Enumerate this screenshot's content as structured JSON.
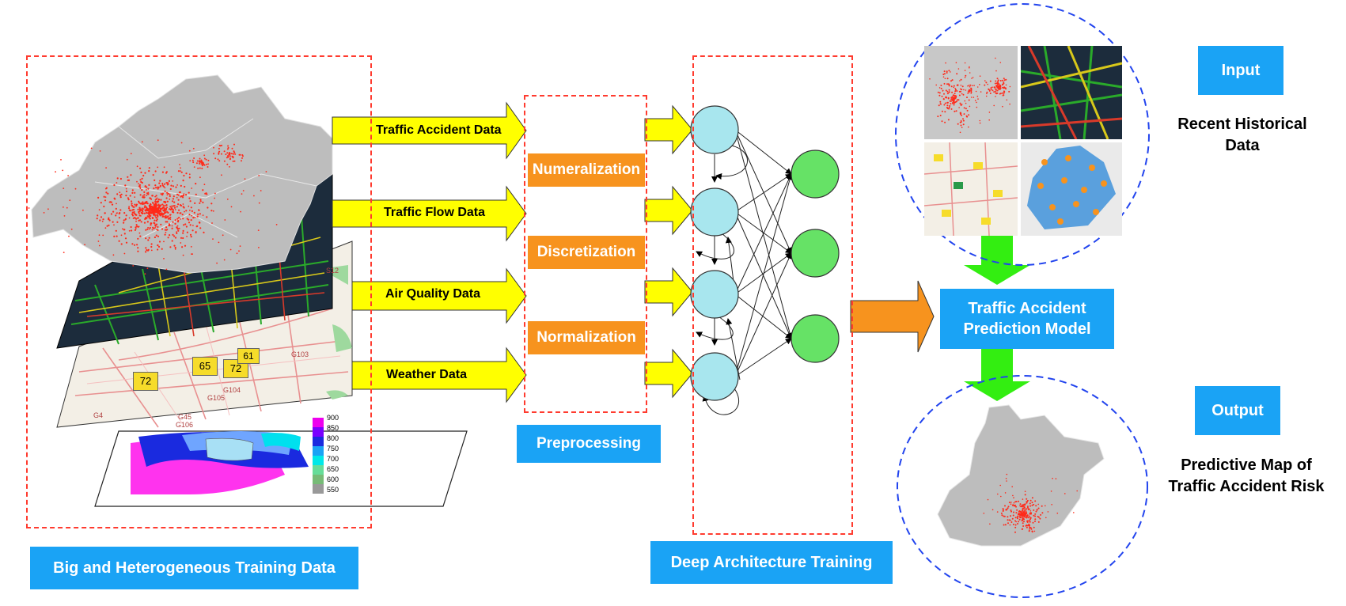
{
  "training_data": {
    "label": "Big and Heterogeneous Training Data",
    "sources": [
      "Traffic Accident Data",
      "Traffic Flow Data",
      "Air Quality Data",
      "Weather Data"
    ],
    "aqi_markers": [
      "72",
      "65",
      "72",
      "61"
    ],
    "road_codes": [
      "G103",
      "G104",
      "G105",
      "G45",
      "G106",
      "G4",
      "S12"
    ],
    "legend_ticks": [
      "900",
      "850",
      "800",
      "750",
      "700",
      "650",
      "600",
      "550"
    ]
  },
  "preprocessing": {
    "label": "Preprocessing",
    "steps": [
      "Numeralization",
      "Discretization",
      "Normalization"
    ]
  },
  "deep_training": {
    "label": "Deep Architecture Training"
  },
  "model": {
    "label_line1": "Traffic Accident",
    "label_line2": "Prediction Model"
  },
  "input": {
    "badge": "Input",
    "desc_line1": "Recent Historical",
    "desc_line2": "Data"
  },
  "output": {
    "badge": "Output",
    "desc_line1": "Predictive Map of",
    "desc_line2": "Traffic Accident Risk"
  },
  "colors": {
    "accent_blue": "#1aa3f5",
    "accent_orange": "#f7931e",
    "dash_red": "#ff3b2f",
    "arrow_yellow": "#ffff00",
    "arrow_green": "#33ee11",
    "node_cyan": "#a8e6ee",
    "node_green": "#66e266"
  }
}
